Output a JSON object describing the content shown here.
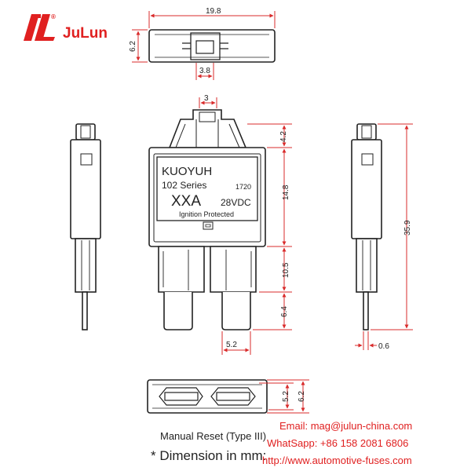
{
  "brand": {
    "name": "JuLun",
    "registered": "®"
  },
  "colors": {
    "brand_red": "#e02020",
    "dimension_red": "#d92b2b",
    "line": "#222222"
  },
  "top_view": {
    "width": "19.8",
    "height": "6.2",
    "slot": "3.8"
  },
  "front_view": {
    "terminal_gap": "3",
    "label": {
      "maker": "KUOYUH",
      "series": "102 Series",
      "code": "1720",
      "rating": "XXA",
      "voltage": "28VDC",
      "note": "Ignition Protected"
    },
    "heights": {
      "top": "4.2",
      "label_area": "14.8",
      "base": "10.5",
      "blade": "6.4"
    },
    "blade_width": "5.2"
  },
  "side_view": {
    "total_height": "35.9",
    "blade_thickness": "0.6"
  },
  "bottom_view": {
    "inner": "5.2",
    "outer": "6.2"
  },
  "caption": {
    "type": "Manual Reset (Type III)",
    "units": "* Dimension in mm:"
  },
  "contact": {
    "email": "Email: mag@julun-china.com",
    "whatsapp": "WhatSapp: +86 158 2081 6806",
    "web": "http://www.automotive-fuses.com"
  }
}
